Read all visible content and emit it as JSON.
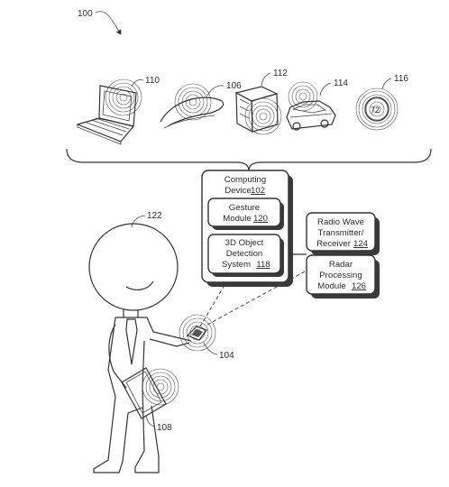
{
  "figure_ref": "100",
  "devices": {
    "laptop": {
      "ref": "110"
    },
    "wearable": {
      "ref": "106"
    },
    "appliance": {
      "ref": "112"
    },
    "car": {
      "ref": "114"
    },
    "thermostat": {
      "ref": "116",
      "display": "72"
    }
  },
  "user": {
    "ref": "122"
  },
  "handheld_device": {
    "ref": "104"
  },
  "tablet": {
    "ref": "108"
  },
  "computing_device": {
    "label_line1": "Computing",
    "label_line2": "Device",
    "ref": "102",
    "gesture_module": {
      "line1": "Gesture",
      "line2": "Module",
      "ref": "120"
    },
    "detection_system": {
      "line1": "3D Object",
      "line2": "Detection",
      "line3": "System",
      "ref": "118"
    }
  },
  "radio_wave": {
    "line1": "Radio Wave",
    "line2": "Transmitter/",
    "line3": "Receiver",
    "ref": "124"
  },
  "radar_module": {
    "line1": "Radar",
    "line2": "Processing",
    "line3": "Module",
    "ref": "126"
  }
}
